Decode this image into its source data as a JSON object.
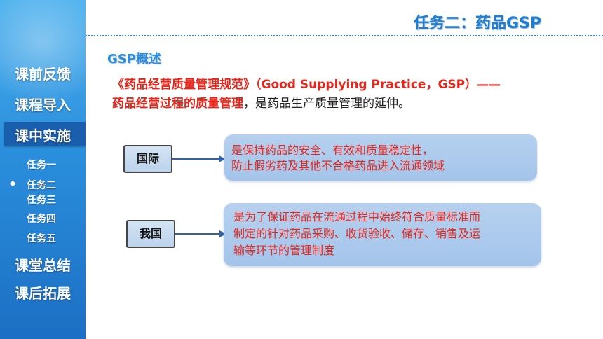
{
  "header": {
    "title": "任务二：药品GSP"
  },
  "sidebar": {
    "main_items": [
      "课前反馈",
      "课程导入",
      "课中实施",
      "课堂总结",
      "课后拓展"
    ],
    "active_item": "课中实施",
    "sub_items": [
      "任务一",
      "任务二",
      "任务三",
      "任务四",
      "任务五"
    ],
    "active_sub_item": "任务二",
    "bullet_symbol": "◆"
  },
  "content": {
    "section_heading": "GSP概述",
    "intro_part1": "《药品经营质量管理规范》（Good Supplying Practice，GSP）——",
    "intro_red": "药品经营过程的质量管理",
    "intro_part2": "，是药品生产质量管理的延伸。",
    "rows": [
      {
        "label": "国际",
        "lines": [
          "是保持药品的安全、有效和质量稳定性，",
          "防止假劣药及其他不合格药品进入流通领域"
        ]
      },
      {
        "label": "我国",
        "lines": [
          "是为了保证药品在流通过程中始终符合质量标准而",
          "制定的针对药品采购、收货验收、储存、销售及运",
          "输等环节的管理制度"
        ]
      }
    ]
  },
  "colors": {
    "accent_blue": "#1c7fd6",
    "highlight_red": "#e8251a",
    "sidebar_active": "#1a5fae"
  }
}
